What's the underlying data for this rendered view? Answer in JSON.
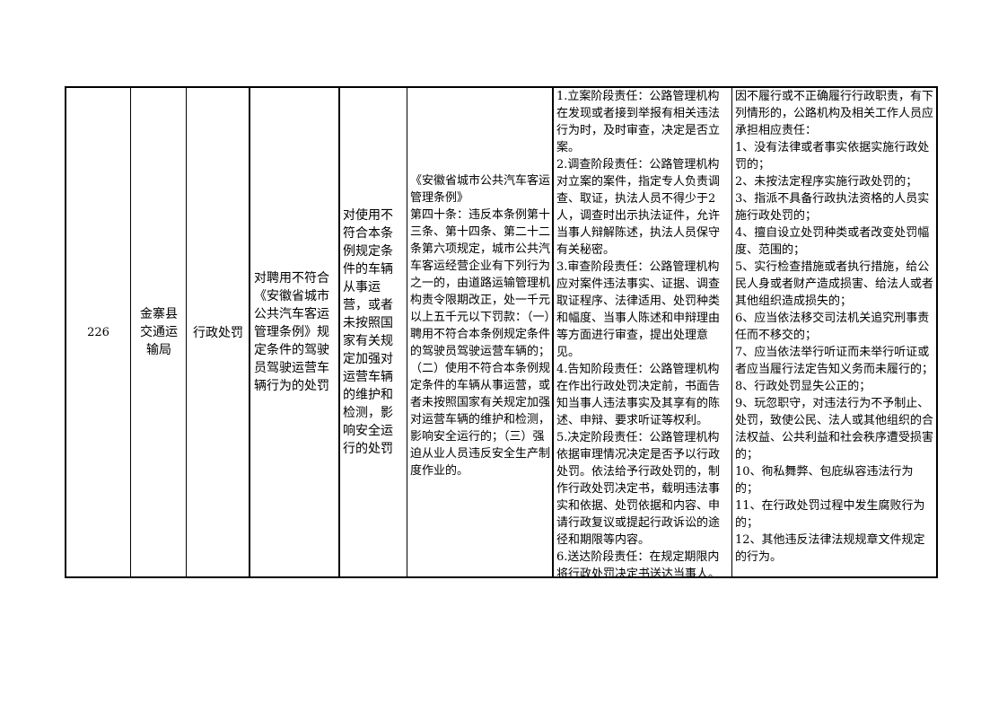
{
  "row": {
    "serial": "226",
    "department": "金寨县交通运输局",
    "category": "行政处罚",
    "item_name": "对聘用不符合《安徽省城市公共汽车客运管理条例》规定条件的驾驶员驾驶运营车辆行为的处罚",
    "sub_item": "对使用不符合本条例规定条件的车辆从事运营，或者未按照国家有关规定加强对运营车辆的维护和检测，影响安全运行的处罚",
    "basis": "《安徽省城市公共汽车客运管理条例》\n第四十条：违反本条例第十三条、第十四条、第二十二条第六项规定，城市公共汽车客运经营企业有下列行为之一的，由道路运输管理机构责令限期改正，处一千元以上五千元以下罚款：（一）聘用不符合本条例规定条件的驾驶员驾驶运营车辆的；\n（二）使用不符合本条例规定条件的车辆从事运营，或者未按照国家有关规定加强对运营车辆的维护和检测，影响安全运行的；（三）强迫从业人员违反安全生产制度作业的。",
    "responsibility": "1.立案阶段责任：公路管理机构在发现或者接到举报有相关违法行为时，及时审查，决定是否立案。\n2.调查阶段责任：公路管理机构对立案的案件，指定专人负责调查、取证，执法人员不得少于2人，调查时出示执法证件，允许当事人辩解陈述，执法人员保守有关秘密。\n3.审查阶段责任：公路管理机构应对案件违法事实、证据、调查取证程序、法律适用、处罚种类和幅度、当事人陈述和申辩理由等方面进行审查，提出处理意见。\n4.告知阶段责任：公路管理机构在作出行政处罚决定前，书面告知当事人违法事实及其享有的陈述、申辩、要求听证等权利。\n5.决定阶段责任：公路管理机构依据审理情况决定是否予以行政处罚。依法给予行政处罚的，制作行政处罚决定书，载明违法事实和依据、处罚依据和内容、申请行政复议或提起行政诉讼的途径和期限等内容。\n6.送达阶段责任：在规定期限内将行政处罚决定书送达当事人。",
    "accountability": "因不履行或不正确履行行政职责，有下列情形的，公路机构及相关工作人员应承担相应责任：\n1、没有法律或者事实依据实施行政处罚的；\n2、未按法定程序实施行政处罚的；\n3、指派不具备行政执法资格的人员实施行政处罚的；\n4、擅自设立处罚种类或者改变处罚幅度、范围的；\n5、实行检查措施或者执行措施，给公民人身或者财产造成损害、给法人或者其他组织造成损失的；\n6、应当依法移交司法机关追究刑事责任而不移交的；\n7、应当依法举行听证而未举行听证或者应当履行法定告知义务而未履行的；\n8、行政处罚显失公正的；\n9、玩忽职守，对违法行为不予制止、处罚，致使公民、法人或其他组织的合法权益、公共利益和社会秩序遭受损害的；\n10、徇私舞弊、包庇纵容违法行为的；\n11、在行政处罚过程中发生腐败行为的；\n12、其他违反法律法规规章文件规定的行为。"
  }
}
